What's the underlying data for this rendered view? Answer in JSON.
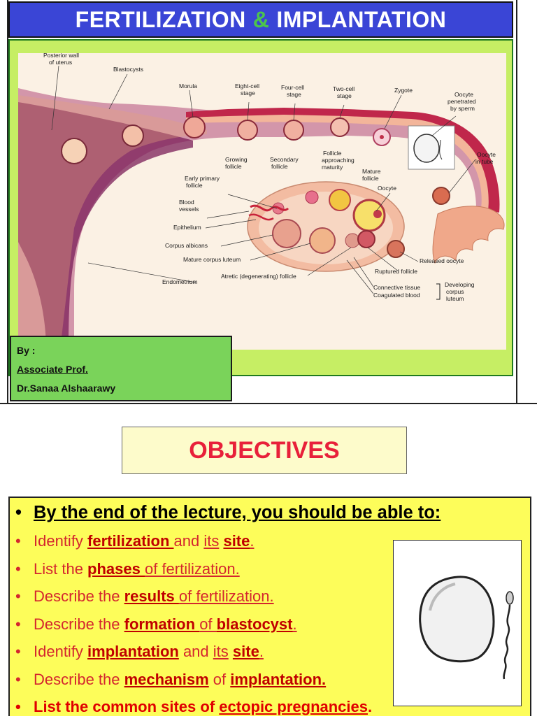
{
  "slide1": {
    "title_left": "FERTILIZATION",
    "title_amp": "&",
    "title_right": "IMPLANTATION",
    "diagram_labels": {
      "posterior_wall": [
        "Posterior wall",
        "of uterus"
      ],
      "blastocysts": "Blastocysts",
      "morula": "Morula",
      "eight_cell": [
        "Eight-cell",
        "stage"
      ],
      "four_cell": [
        "Four-cell",
        "stage"
      ],
      "two_cell": [
        "Two-cell",
        "stage"
      ],
      "zygote": "Zygote",
      "oocyte_penetrated": [
        "Oocyte",
        "penetrated",
        "by sperm"
      ],
      "oocyte_in_tube": [
        "Oocyte",
        "in tube"
      ],
      "growing_follicle": [
        "Growing",
        "follicle"
      ],
      "secondary_follicle": [
        "Secondary",
        "follicle"
      ],
      "follicle_approaching": [
        "Follicle",
        "approaching",
        "maturity"
      ],
      "mature_follicle": [
        "Mature",
        "follicle"
      ],
      "oocyte": "Oocyte",
      "early_primary": [
        "Early primary",
        "follicle"
      ],
      "blood_vessels": [
        "Blood",
        "vessels"
      ],
      "epithelium": "Epithelium",
      "corpus_albicans": "Corpus albicans",
      "mature_corpus_luteum": "Mature corpus luteum",
      "endometrium": "Endometrium",
      "atretic_follicle": "Atretic (degenerating) follicle",
      "released_oocyte": "Released oocyte",
      "ruptured_follicle": "Ruptured follicle",
      "connective_tissue": "Connective tissue",
      "coagulated_blood": "Coagulated blood",
      "developing_corpus_luteum": [
        "Developing",
        "corpus",
        "luteum"
      ]
    },
    "author": {
      "by": "By :",
      "position": "Associate Prof.",
      "name": "Dr.Sanaa Alshaarawy"
    }
  },
  "slide2": {
    "heading": "OBJECTIVES",
    "lead": "By the end of the lecture, you should be able to:",
    "items": [
      {
        "a": "Identify ",
        "b": "fertilization ",
        "c": "and ",
        "d": "its",
        "e": " ",
        "f": "site",
        "g": "."
      },
      {
        "a": "List  the ",
        "b": "phases ",
        "c": "of fertilization."
      },
      {
        "a": "Describe the ",
        "b": "results ",
        "c": "of fertilization."
      },
      {
        "a": "Describe the ",
        "b": "formation ",
        "c": "of ",
        "d": "blastocyst",
        "e": "."
      },
      {
        "a": "Identify ",
        "b": "implantation",
        "c": " and ",
        "d": "its",
        "e": " ",
        "f": "site",
        "g": "."
      },
      {
        "a": "Describe the ",
        "b": "mechanism",
        "c": " of ",
        "d": "implantation."
      },
      {
        "a": "List the common sites of ",
        "b": "ectopic pregnancies",
        "c": "."
      }
    ]
  },
  "colors": {
    "title_bar": "#3a45d6",
    "title_ampersand": "#4cc44c",
    "green_panel": "#c6ee64",
    "author_box": "#7ad35a",
    "objectives_box": "#fdfbcb",
    "objectives_text": "#e8203a",
    "yellow_box": "#fdfd5a",
    "red_text": "#d4262e"
  }
}
